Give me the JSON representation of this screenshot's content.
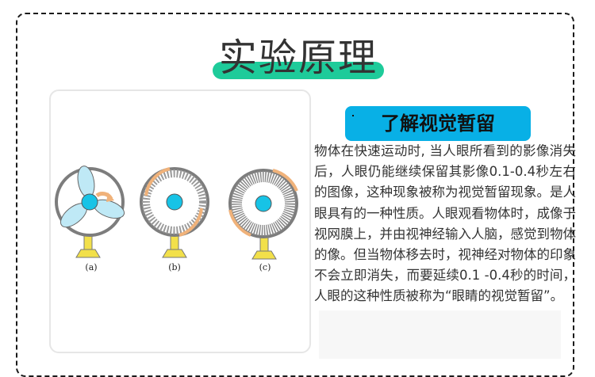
{
  "heading": {
    "title": "实验原理"
  },
  "figure": {
    "labels": [
      "(a)",
      "(b)",
      "(c)"
    ],
    "colors": {
      "hub": "#17c3e6",
      "blade": "#bfe9f6",
      "stand": "#f2e04a",
      "arrow": "#f0b27a",
      "ring": "#7d7d7d"
    }
  },
  "section": {
    "subtitle": "了解视觉暂留",
    "paragraph": "物体在快速运动时, 当人眼所看到的影像消失后，人眼仍能继续保留其影像0.1-0.4秒左右的图像，这种现象被称为视觉暂留现象。是人眼具有的一种性质。人眼观看物体时，成像于视网膜上，并由视神经输入人脑，感觉到物体的像。但当物体移去时，视神经对物体的印象不会立即消失，而要延续0.1 -0.4秒的时间，人眼的这种性质被称为“眼睛的视觉暂留”。"
  }
}
